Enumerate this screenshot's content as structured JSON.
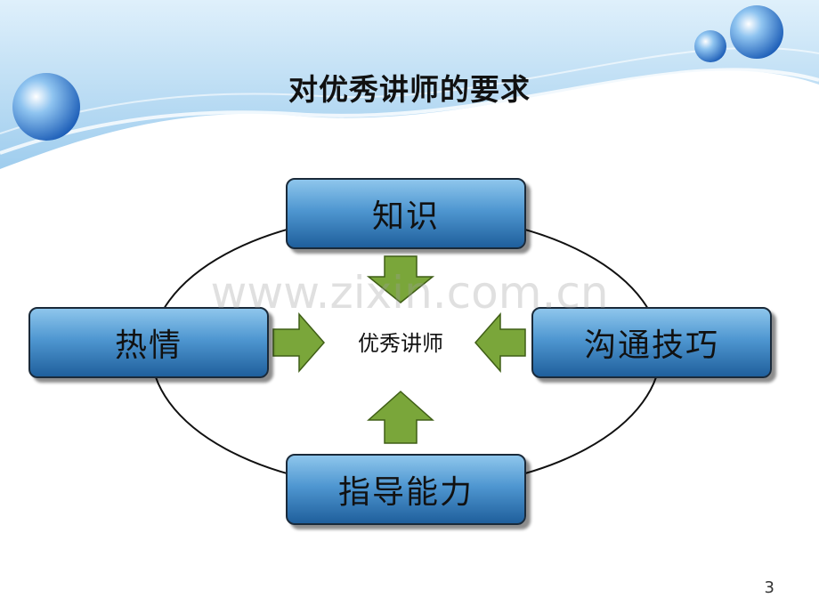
{
  "slide": {
    "title": "对优秀讲师的要求",
    "page_number": "3",
    "watermark": "www.zixin.com.cn"
  },
  "diagram": {
    "center": "优秀讲师",
    "nodes": {
      "top": "知识",
      "left": "热情",
      "right": "沟通技巧",
      "bottom": "指导能力"
    }
  },
  "colors": {
    "node_fill_light": "#8ec6ec",
    "node_fill_dark": "#1f5f9c",
    "arrow_fill": "#7aa63a",
    "header_band": "#a9d3ef"
  }
}
